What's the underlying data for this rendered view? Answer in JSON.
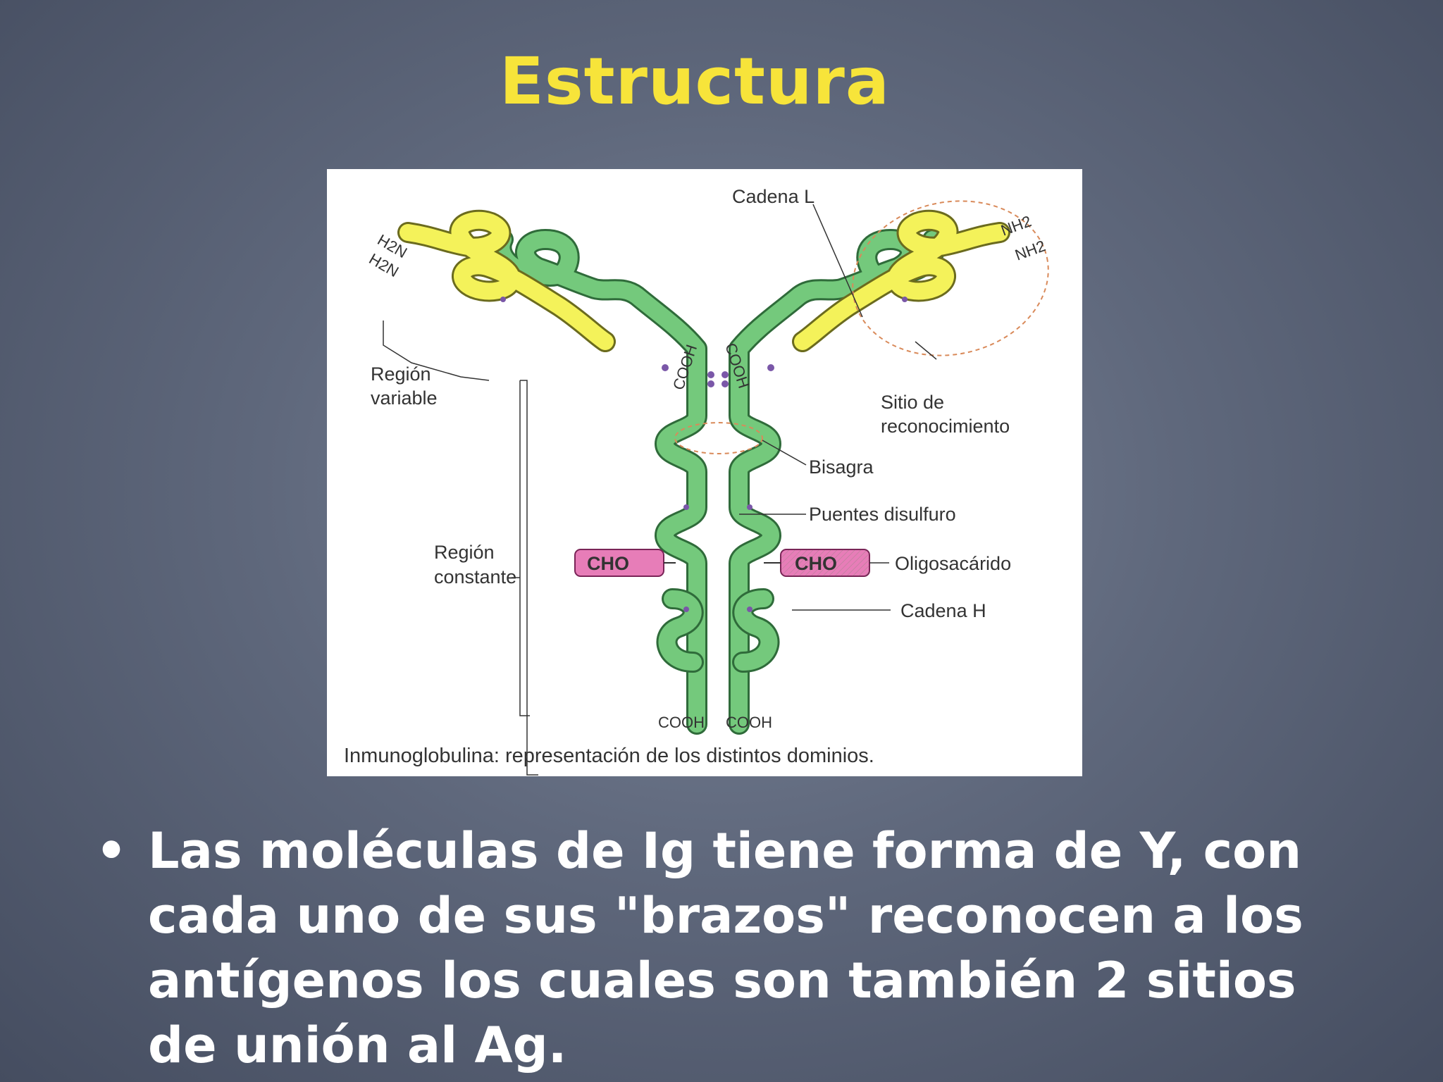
{
  "slide": {
    "title": "Estructura",
    "bullet": "Las moléculas de Ig tiene forma de Y, con cada uno de sus \"brazos\" reconocen a los antígenos los cuales son también 2 sitios de unión al Ag."
  },
  "figure": {
    "caption": "Inmunoglobulina: representación de los distintos dominios.",
    "labels": {
      "cadena_l": "Cadena L",
      "h2n_top": "H2N",
      "h2n_bottom": "H2N",
      "nh2_top": "NH2",
      "nh2_bottom": "NH2",
      "region_variable_line1": "Región",
      "region_variable_line2": "variable",
      "sitio_line1": "Sitio de",
      "sitio_line2": "reconocimiento",
      "cooh_left": "COOH",
      "cooh_right": "COOH",
      "bisagra": "Bisagra",
      "puentes": "Puentes disulfuro",
      "region_constante_line1": "Región",
      "region_constante_line2": "constante",
      "cho_left": "CHO",
      "cho_right": "CHO",
      "oligosacarido": "Oligosacárido",
      "cadena_h": "Cadena H",
      "cooh_bottom_left": "COOH",
      "cooh_bottom_right": "COOH"
    },
    "colors": {
      "light_chain": "#f4f25a",
      "heavy_chain": "#74c97c",
      "outline": "#2f6b3a",
      "carbohydrate": "#e77db8",
      "background": "#ffffff"
    }
  }
}
